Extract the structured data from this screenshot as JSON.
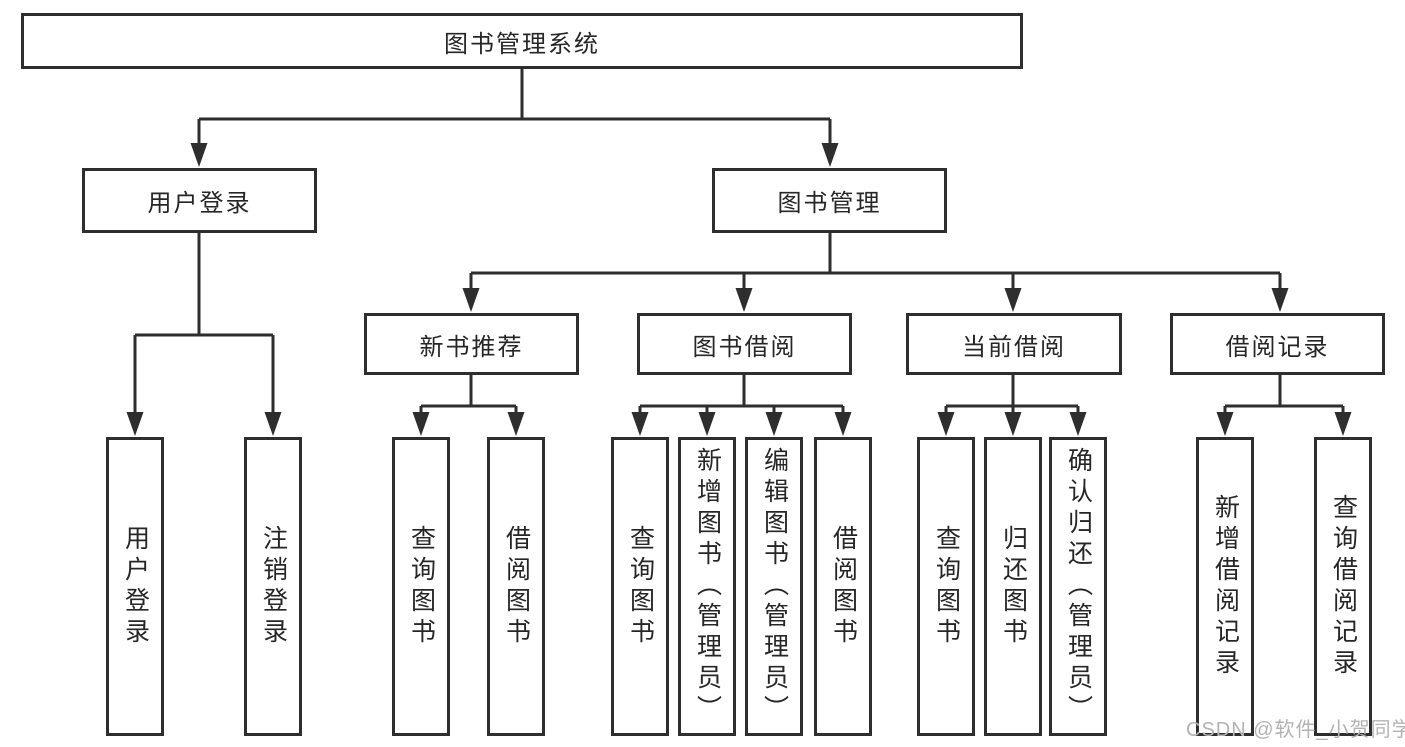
{
  "colors": {
    "line": "#2e2e2e",
    "text": "#262626",
    "background": "#ffffff",
    "watermark": "#b3b3b3"
  },
  "watermark": {
    "text": "CSDN @软件_小贺同学"
  },
  "tree": {
    "root": {
      "label": "图书管理系统"
    },
    "branches": [
      {
        "label": "用户登录",
        "children": [
          {
            "label": "用户登录"
          },
          {
            "label": "注销登录"
          }
        ]
      },
      {
        "label": "图书管理",
        "children": [
          {
            "label": "新书推荐",
            "children": [
              {
                "label": "查询图书"
              },
              {
                "label": "借阅图书"
              }
            ]
          },
          {
            "label": "图书借阅",
            "children": [
              {
                "label": "查询图书"
              },
              {
                "label": "新增图书（管理员）"
              },
              {
                "label": "编辑图书（管理员）"
              },
              {
                "label": "借阅图书"
              }
            ]
          },
          {
            "label": "当前借阅",
            "children": [
              {
                "label": "查询图书"
              },
              {
                "label": "归还图书"
              },
              {
                "label": "确认归还（管理员）"
              }
            ]
          },
          {
            "label": "借阅记录",
            "children": [
              {
                "label": "新增借阅记录"
              },
              {
                "label": "查询借阅记录"
              }
            ]
          }
        ]
      }
    ]
  }
}
